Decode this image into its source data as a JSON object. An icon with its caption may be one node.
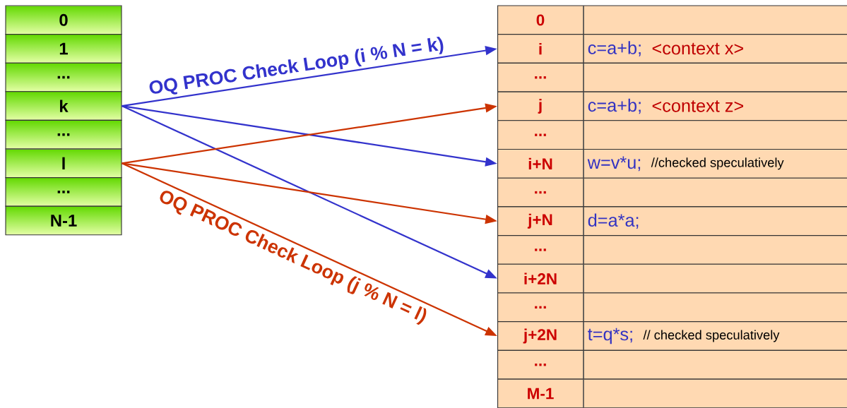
{
  "diagram": {
    "nodes": [
      {
        "text": [
          "0"
        ]
      },
      {
        "text": [
          "1"
        ]
      },
      {
        "text": [
          "..."
        ]
      },
      {
        "text": [
          "k"
        ]
      },
      {
        "text": [
          "..."
        ]
      },
      {
        "text": [
          "l"
        ]
      },
      {
        "text": [
          "..."
        ]
      },
      {
        "text": [
          "N-1"
        ]
      },
      {
        "text": [
          "0"
        ]
      },
      {
        "text": [
          "i",
          "c=a+b;",
          "<context x>"
        ]
      },
      {
        "text": [
          "..."
        ]
      },
      {
        "text": [
          "j",
          "c=a+b;",
          "<context z>"
        ]
      },
      {
        "text": [
          "..."
        ]
      },
      {
        "text": [
          "i+N",
          "w=v*u;",
          "//checked speculatively"
        ]
      },
      {
        "text": [
          "..."
        ]
      },
      {
        "text": [
          "j+N",
          "d=a*a;"
        ]
      },
      {
        "text": [
          "..."
        ]
      },
      {
        "text": [
          "i+2N"
        ]
      },
      {
        "text": [
          "..."
        ]
      },
      {
        "text": [
          "j+2N",
          "t=q*s;",
          "// checked speculatively"
        ]
      },
      {
        "text": [
          "..."
        ]
      },
      {
        "text": [
          "M-1"
        ]
      }
    ],
    "edges": [
      {
        "from": 3,
        "to": 9,
        "arrow": "to",
        "color": "#3333cc",
        "label": "OQ PROC Check Loop (i % N = k)"
      },
      {
        "from": 3,
        "to": 13,
        "arrow": "to",
        "color": "#3333cc"
      },
      {
        "from": 3,
        "to": 17,
        "arrow": "to",
        "color": "#3333cc"
      },
      {
        "from": 5,
        "to": 11,
        "arrow": "to",
        "color": "#cc3300"
      },
      {
        "from": 5,
        "to": 15,
        "arrow": "to",
        "color": "#cc3300"
      },
      {
        "from": 5,
        "to": 19,
        "arrow": "to",
        "color": "#cc3300",
        "label": "OQ PROC Check Loop (j % N = l)"
      }
    ]
  }
}
